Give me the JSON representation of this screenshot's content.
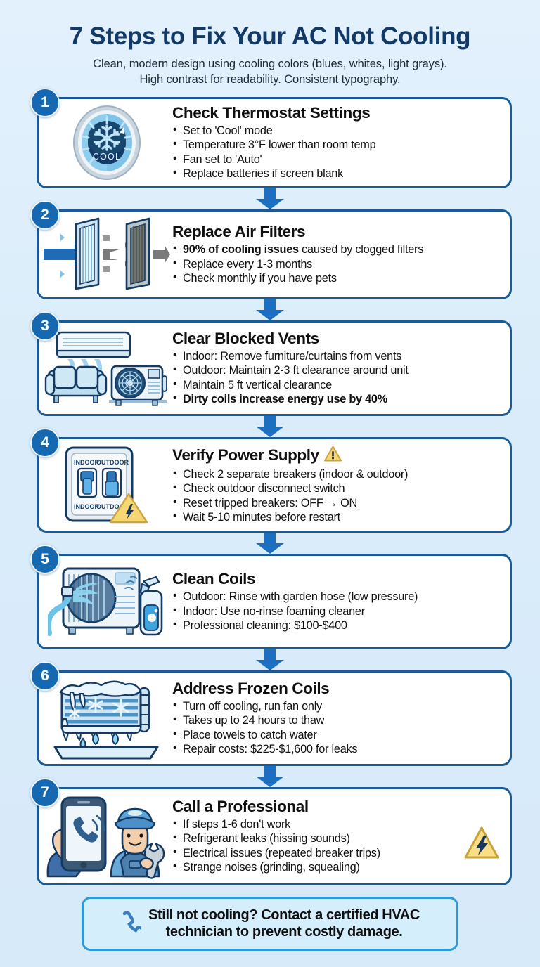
{
  "header": {
    "title": "7 Steps to Fix Your AC Not Cooling",
    "subtitle_line1": "Clean, modern design using cooling colors (blues, whites, light grays).",
    "subtitle_line2": "High contrast for readability. Consistent typography."
  },
  "colors": {
    "page_background": "#dceefb",
    "card_background": "#ffffff",
    "card_border": "#1b5a96",
    "badge_blue": "#1668b0",
    "arrow_blue": "#1c6fc0",
    "title_navy": "#123a68",
    "footer_background": "#d5eefc",
    "footer_border": "#2e9bd6",
    "warning_yellow": "#f6d774"
  },
  "steps": [
    {
      "number": "1",
      "title": "Check Thermostat Settings",
      "icon_name": "thermostat-dial-icon",
      "dial_label": "COOL",
      "bullets": [
        {
          "text": "Set to 'Cool' mode",
          "bold": false
        },
        {
          "text": "Temperature 3°F lower than room temp",
          "bold": false
        },
        {
          "text": "Fan set to 'Auto'",
          "bold": false
        },
        {
          "text": "Replace batteries if screen blank",
          "bold": false
        }
      ]
    },
    {
      "number": "2",
      "title": "Replace Air Filters",
      "icon_name": "air-filter-comparison-icon",
      "bullets": [
        {
          "text_bold_prefix": "90% of cooling issues",
          "text": " caused by clogged filters",
          "bold": false
        },
        {
          "text": "Replace every 1-3 months",
          "bold": false
        },
        {
          "text": "Check monthly if you have pets",
          "bold": false
        }
      ]
    },
    {
      "number": "3",
      "title": "Clear Blocked Vents",
      "icon_name": "vents-sofa-condenser-icon",
      "bullets": [
        {
          "text": "Indoor: Remove furniture/curtains from vents",
          "bold": false
        },
        {
          "text": "Outdoor: Maintain 2-3 ft clearance around unit",
          "bold": false
        },
        {
          "text": "Maintain 5 ft vertical clearance",
          "bold": false
        },
        {
          "text": "Dirty coils increase energy use by 40%",
          "bold": true
        }
      ]
    },
    {
      "number": "4",
      "title": "Verify Power Supply",
      "title_icon_name": "warning-triangle-icon",
      "icon_name": "breaker-panel-icon",
      "panel_labels": [
        "INDOOR",
        "OUTDOOR",
        "INDOOR",
        "OUTDOOR"
      ],
      "bullets": [
        {
          "text": "Check 2 separate breakers (indoor & outdoor)",
          "bold": false
        },
        {
          "text": "Check outdoor disconnect switch",
          "bold": false
        },
        {
          "text": "Reset tripped breakers: OFF → ON",
          "bold": false
        },
        {
          "text": "Wait 5-10 minutes before restart",
          "bold": false
        }
      ]
    },
    {
      "number": "5",
      "title": "Clean Coils",
      "icon_name": "condenser-hose-spray-icon",
      "bullets": [
        {
          "text": "Outdoor: Rinse with garden hose (low pressure)",
          "bold": false
        },
        {
          "text": "Indoor: Use no-rinse foaming cleaner",
          "bold": false
        },
        {
          "text": "Professional cleaning: $100-$400",
          "bold": false
        }
      ]
    },
    {
      "number": "6",
      "title": "Address Frozen Coils",
      "icon_name": "frozen-coil-drip-pan-icon",
      "bullets": [
        {
          "text": "Turn off cooling, run fan only",
          "bold": false
        },
        {
          "text": "Takes up to 24 hours to thaw",
          "bold": false
        },
        {
          "text": "Place towels to catch water",
          "bold": false
        },
        {
          "text": "Repair costs: $225-$1,600 for leaks",
          "bold": false
        }
      ]
    },
    {
      "number": "7",
      "title": "Call a Professional",
      "icon_name": "phone-technician-icon",
      "side_icon_name": "electrical-hazard-icon",
      "bullets": [
        {
          "text": "If steps 1-6 don't work",
          "bold": false
        },
        {
          "text": "Refrigerant leaks (hissing sounds)",
          "bold": false
        },
        {
          "text": "Electrical issues (repeated breaker trips)",
          "bold": false
        },
        {
          "text": "Strange noises (grinding, squealing)",
          "bold": false
        }
      ]
    }
  ],
  "footer": {
    "icon_name": "phone-icon",
    "line1": "Still not cooling? Contact a certified HVAC",
    "line2": "technician to prevent costly damage."
  }
}
